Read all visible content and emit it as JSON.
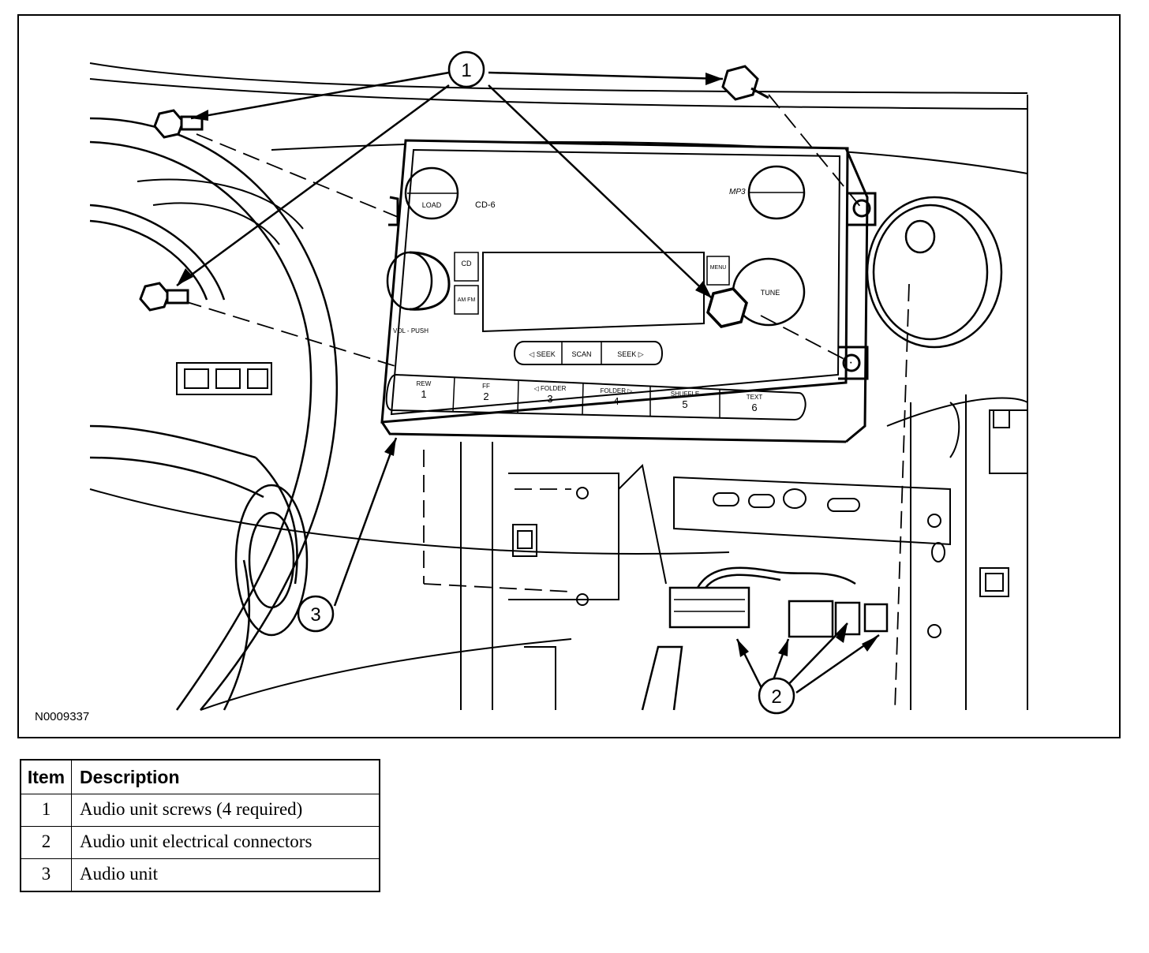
{
  "figure": {
    "id": "N0009337",
    "callouts": [
      "1",
      "2",
      "3"
    ],
    "radio_labels": {
      "load": "LOAD",
      "cd6": "CD-6",
      "cd": "CD",
      "am_fm": "AM FM",
      "vol_push": "VOL - PUSH",
      "seek_left": "◁ SEEK",
      "scan": "SCAN",
      "seek_right": "SEEK ▷",
      "mp3": "MP3",
      "menu": "MENU",
      "tune": "TUNE",
      "presets": [
        {
          "label": "REW",
          "num": "1"
        },
        {
          "label": "FF",
          "num": "2"
        },
        {
          "label": "◁ FOLDER",
          "num": "3"
        },
        {
          "label": "FOLDER ▷",
          "num": "4"
        },
        {
          "label": "SHUFFLE",
          "num": "5"
        },
        {
          "label": "TEXT",
          "num": "6"
        }
      ]
    }
  },
  "legend": {
    "headers": {
      "item": "Item",
      "description": "Description"
    },
    "rows": [
      {
        "item": "1",
        "description": "Audio unit screws (4 required)"
      },
      {
        "item": "2",
        "description": "Audio unit electrical connectors"
      },
      {
        "item": "3",
        "description": "Audio unit"
      }
    ]
  }
}
